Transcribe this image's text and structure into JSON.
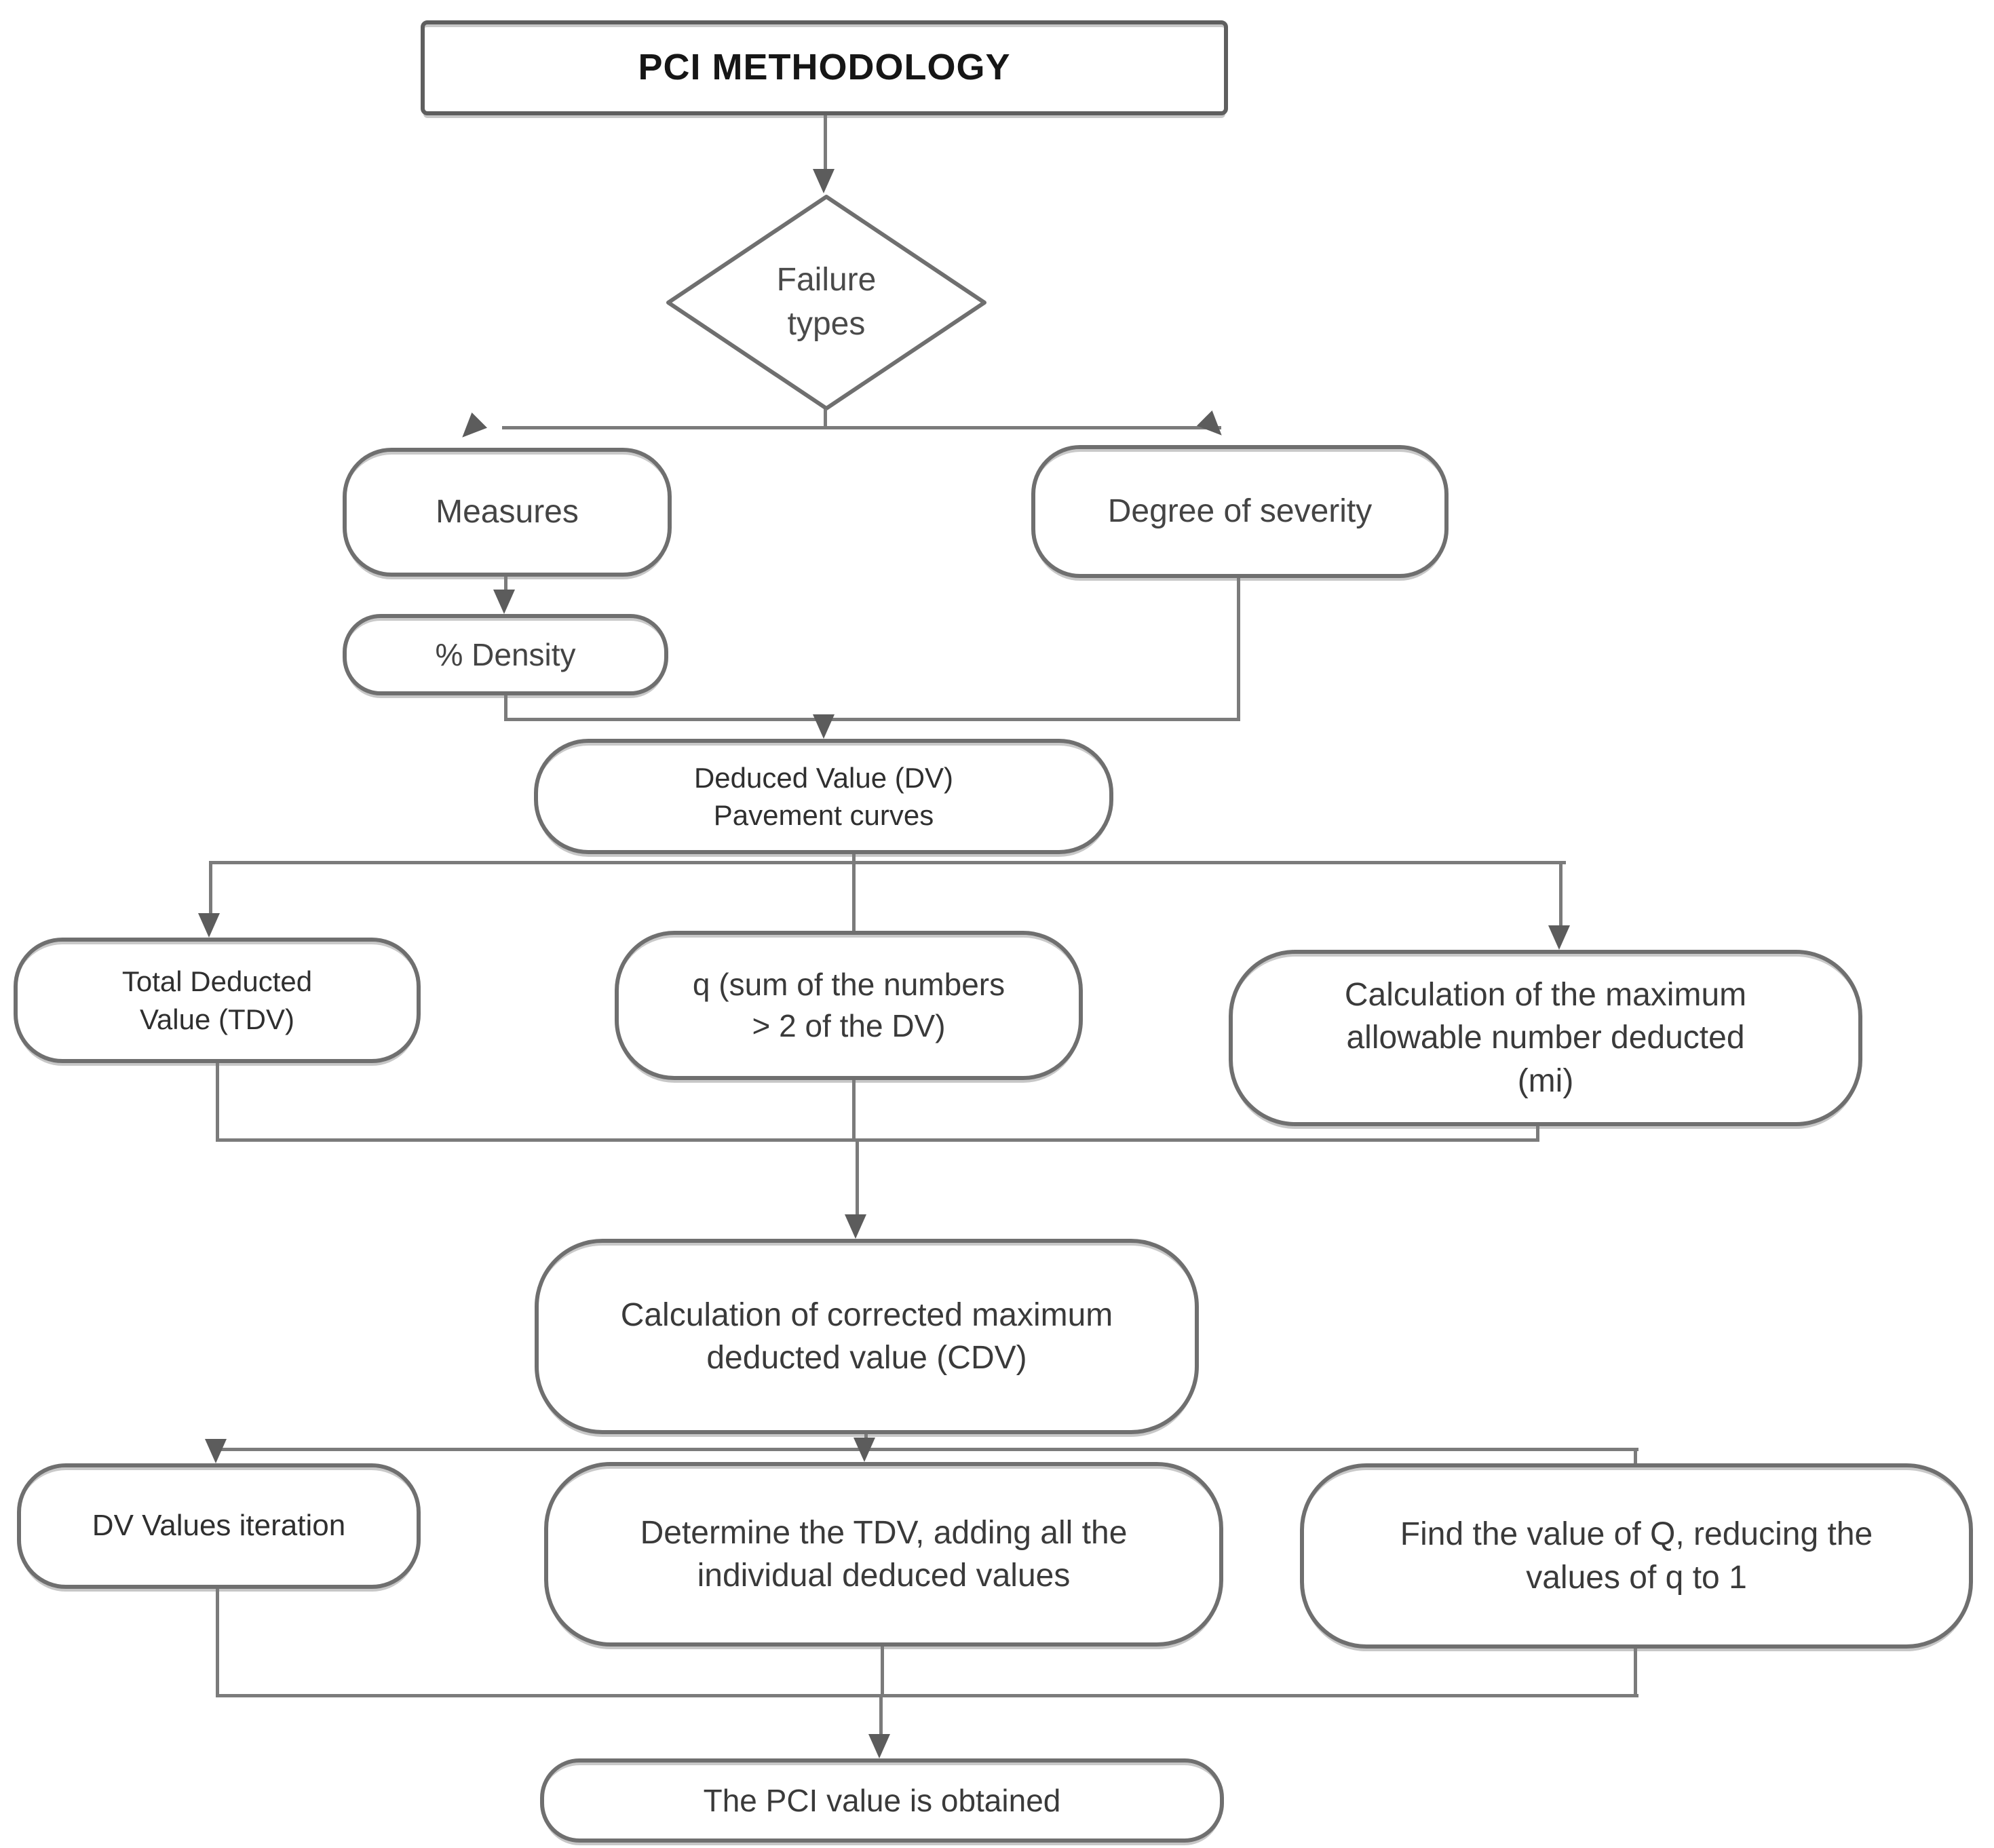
{
  "flowchart": {
    "title": "PCI METHODOLOGY",
    "nodes": {
      "failure_types": [
        "Failure",
        "types"
      ],
      "measures": "Measures",
      "degree_severity": "Degree of severity",
      "density": "% Density",
      "deduced_value": [
        "Deduced Value (DV)",
        "Pavement curves"
      ],
      "tdv": [
        "Total Deducted",
        "Value (TDV)"
      ],
      "q_sum": [
        "q (sum of the numbers",
        "> 2 of the DV)"
      ],
      "mi": [
        "Calculation of the maximum",
        "allowable number deducted",
        "(mi)"
      ],
      "cdv": [
        "Calculation of corrected maximum",
        "deducted value (CDV)"
      ],
      "dv_iteration": "DV Values iteration",
      "determine_tdv": [
        "Determine the TDV, adding all the",
        "individual deduced values"
      ],
      "find_q": [
        "Find the value of Q, reducing the",
        "values of q to 1"
      ],
      "pci_obtained": "The PCI value is obtained"
    },
    "colors": {
      "background": "#ffffff",
      "node_fill": "#ffffff",
      "border": "#6f6f6f",
      "line": "#7b7b7b",
      "arrowhead": "#5c5c5c",
      "text": "#3a3a3a",
      "title_text": "#161616"
    }
  }
}
